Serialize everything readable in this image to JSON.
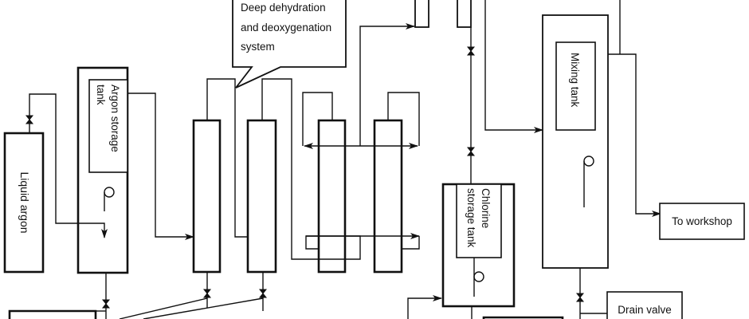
{
  "diagram": {
    "type": "process-flow",
    "labels": {
      "liquid_argon": "Liquid argon",
      "argon_storage_line1": "Argon storage",
      "argon_storage_line2": "tank",
      "callout_line1": "Deep dehydration",
      "callout_line2": "and deoxygenation",
      "callout_line3": "system",
      "mixing_tank": "Mixing tank",
      "chlorine_line1": "Chlorine",
      "chlorine_line2": "storage tank",
      "to_workshop": "To workshop",
      "drain_valve": "Drain valve"
    },
    "components": [
      {
        "id": "liquid-argon",
        "label": "Liquid argon",
        "kind": "vessel"
      },
      {
        "id": "argon-storage-tank",
        "label": "Argon storage tank",
        "kind": "tank"
      },
      {
        "id": "dehydration-column-1",
        "label": "",
        "kind": "column",
        "group": "Deep dehydration and deoxygenation system"
      },
      {
        "id": "dehydration-column-2",
        "label": "",
        "kind": "column",
        "group": "Deep dehydration and deoxygenation system"
      },
      {
        "id": "deoxygenation-column-1",
        "label": "",
        "kind": "column"
      },
      {
        "id": "deoxygenation-column-2",
        "label": "",
        "kind": "column"
      },
      {
        "id": "chlorine-storage-tank",
        "label": "Chlorine storage tank",
        "kind": "tank"
      },
      {
        "id": "mixing-tank",
        "label": "Mixing tank",
        "kind": "tank"
      },
      {
        "id": "to-workshop",
        "label": "To workshop",
        "kind": "outlet"
      },
      {
        "id": "drain-valve",
        "label": "Drain valve",
        "kind": "outlet"
      }
    ],
    "connections": [
      {
        "from": "liquid-argon",
        "to": "argon-storage-tank",
        "valve": true
      },
      {
        "from": "argon-storage-tank",
        "to": "dehydration-column-1"
      },
      {
        "from": "dehydration-column-1",
        "to": "dehydration-column-2"
      },
      {
        "from": "dehydration-column-2",
        "to": "deoxygenation-column-1"
      },
      {
        "from": "deoxygenation-column-1",
        "to": "deoxygenation-column-2"
      },
      {
        "from": "deoxygenation-columns",
        "to": "mixing-tank"
      },
      {
        "from": "chlorine-storage-tank",
        "to": "mixing-tank",
        "valve": true
      },
      {
        "from": "mixing-tank",
        "to": "to-workshop"
      },
      {
        "from": "mixing-tank",
        "to": "drain-valve",
        "valve": true
      }
    ]
  }
}
